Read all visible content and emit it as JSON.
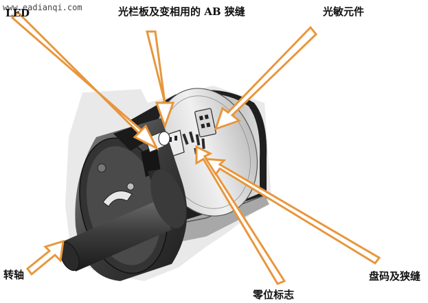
{
  "watermark": "www.eadianqi.com",
  "labels": {
    "led": "LED",
    "grating": "光栏板及变相用的 AB 狭缝",
    "photo_element": "光敏元件",
    "shaft": "转轴",
    "zero_mark": "零位标志",
    "disc_slits": "盘码及狭缝"
  },
  "colors": {
    "arrow_orange": "#e8963c",
    "housing_dark": "#2b2b2b",
    "housing_mid": "#5a5a5a",
    "housing_light": "#bdbdbd",
    "disc_light": "#e4e4e4",
    "background": "#ffffff"
  }
}
